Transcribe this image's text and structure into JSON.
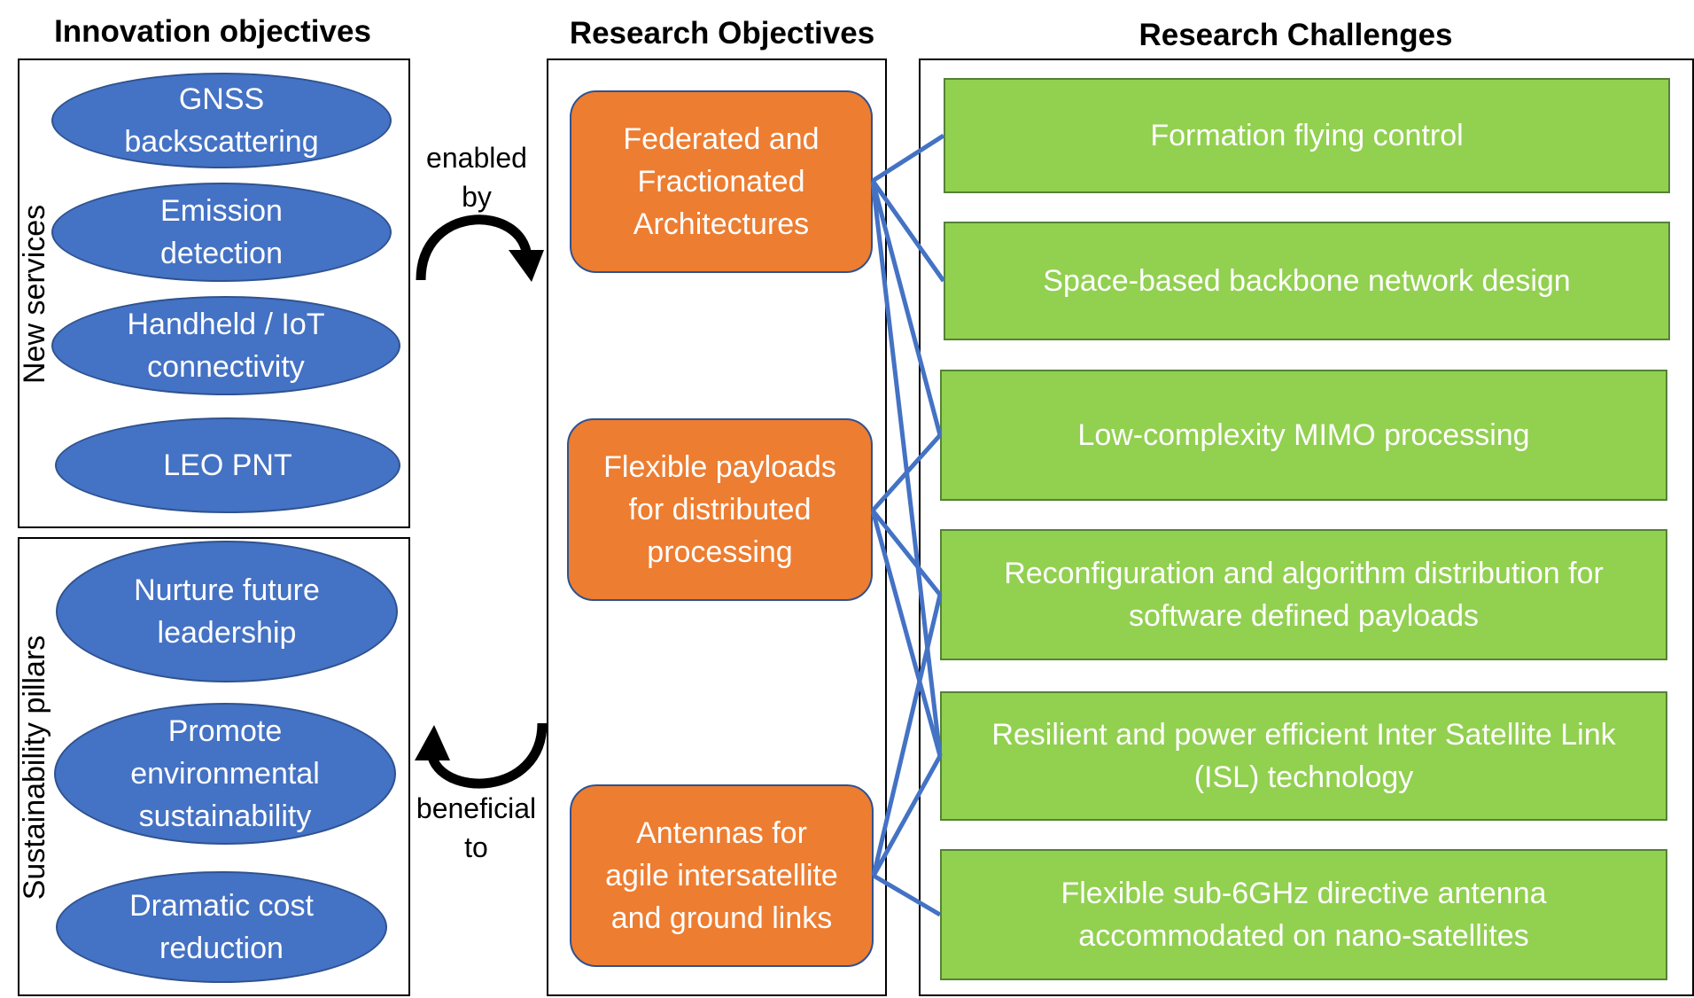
{
  "headings": {
    "innovation": "Innovation objectives",
    "research_objectives": "Research Objectives",
    "research_challenges": "Research Challenges"
  },
  "side_labels": {
    "new_services": "New services",
    "sustainability": "Sustainability pillars"
  },
  "new_services": [
    "GNSS\nbackscattering",
    "Emission\ndetection",
    "Handheld / IoT\nconnectivity",
    "LEO PNT"
  ],
  "sustainability_pillars": [
    "Nurture future\nleadership",
    "Promote\nenvironmental\nsustainability",
    "Dramatic cost\nreduction"
  ],
  "arrows": {
    "enabled_by": "enabled\nby",
    "beneficial_to": "beneficial\nto"
  },
  "research_objectives": [
    "Federated and\nFractionated\nArchitectures",
    "Flexible payloads\nfor distributed\nprocessing",
    "Antennas for\nagile intersatellite\nand  ground links"
  ],
  "research_challenges": [
    "Formation flying control",
    "Space-based backbone network design",
    "Low-complexity MIMO processing",
    "Reconfiguration and algorithm distribution for\nsoftware defined payloads",
    "Resilient and power efficient Inter Satellite Link\n(ISL) technology",
    "Flexible sub-6GHz directive antenna\naccommodated on nano-satellites"
  ],
  "links": [
    {
      "objective": 0,
      "challenge": 0
    },
    {
      "objective": 0,
      "challenge": 1
    },
    {
      "objective": 0,
      "challenge": 2
    },
    {
      "objective": 0,
      "challenge": 4
    },
    {
      "objective": 1,
      "challenge": 2
    },
    {
      "objective": 1,
      "challenge": 3
    },
    {
      "objective": 1,
      "challenge": 4
    },
    {
      "objective": 2,
      "challenge": 3
    },
    {
      "objective": 2,
      "challenge": 4
    },
    {
      "objective": 2,
      "challenge": 5
    }
  ],
  "colors": {
    "ellipse_fill": "#4472C4",
    "objective_fill": "#ED7D31",
    "challenge_fill": "#92D050",
    "link_line": "#4472C4"
  }
}
